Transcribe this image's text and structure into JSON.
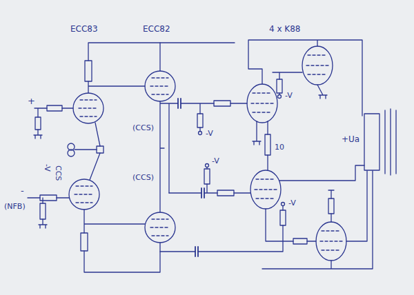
{
  "diagram": {
    "labels": [
      "ECC83",
      "ECC82",
      "4 x K88",
      "+",
      "-V",
      "CCS",
      "(CCS)",
      "(CCS)",
      "-",
      "(NFB)",
      "-V",
      "-V",
      "-V",
      "10",
      "-V",
      "+Ua"
    ]
  }
}
